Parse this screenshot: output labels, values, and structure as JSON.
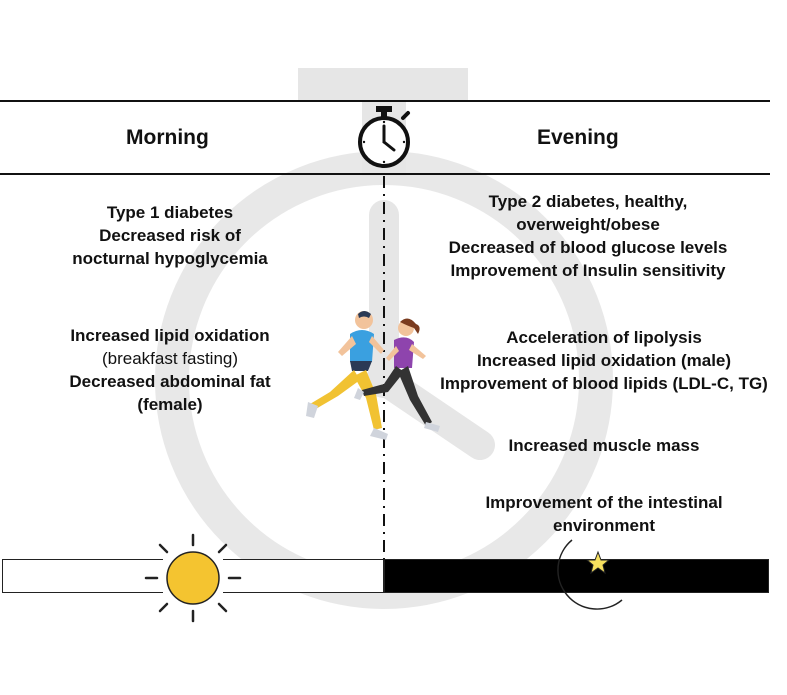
{
  "header": {
    "morning_label": "Morning",
    "evening_label": "Evening"
  },
  "morning": {
    "block1": [
      "Type 1 diabetes",
      "Decreased risk of",
      "nocturnal hypoglycemia"
    ],
    "block2": [
      {
        "text": "Increased lipid oxidation",
        "weight": "bold"
      },
      {
        "text": "(breakfast fasting)",
        "weight": "normal"
      },
      {
        "text": "Decreased abdominal fat",
        "weight": "bold"
      },
      {
        "text": "(female)",
        "weight": "bold"
      }
    ]
  },
  "evening": {
    "block1": [
      "Type 2 diabetes, healthy,",
      "overweight/obese",
      "Decreased of blood glucose levels",
      "Improvement of Insulin sensitivity"
    ],
    "block2": [
      "Acceleration of lipolysis",
      "Increased lipid oxidation (male)",
      "Improvement of blood lipids (LDL-C, TG)"
    ],
    "block3": [
      "Increased muscle mass"
    ],
    "block4": [
      "Improvement of the intestinal",
      "environment"
    ]
  },
  "icons": {
    "clock": "stopwatch-icon",
    "runners": "runners-icon",
    "sun": "sun-icon",
    "moon": "crescent-moon-icon",
    "watermark": "stopwatch-watermark-icon"
  },
  "colors": {
    "sun": "#f4c430",
    "moon": "#f6e05e",
    "watermark": "#e6e6e6",
    "night_bar": "#000000"
  }
}
